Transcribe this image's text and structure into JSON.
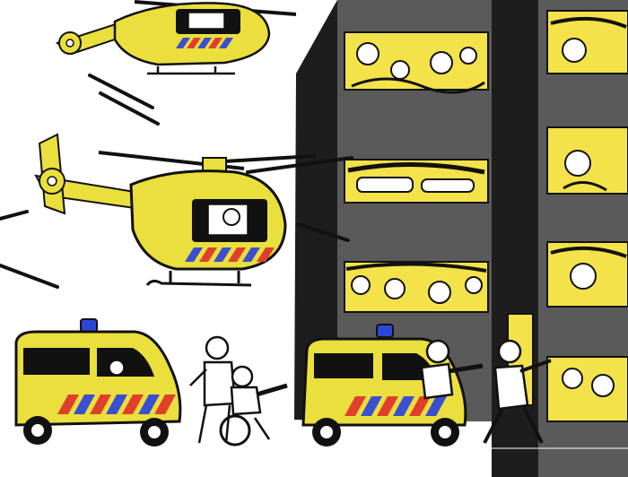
{
  "image": {
    "kind": "illustration",
    "has_text": false
  },
  "palette": {
    "background": "#ffffff",
    "ink": "#111111",
    "building": "#5a5a5a",
    "building_dark": "#1d1d1d",
    "window_yellow": "#f3e24a",
    "vehicle_yellow": "#eadf3c",
    "stripe_blue": "#3b4fd0",
    "stripe_red": "#e0402b",
    "siren_blue": "#2f47d8",
    "skin": "#ffffff"
  },
  "elements": {
    "helicopters": 2,
    "ambulances": 2,
    "building_window_rows": 4,
    "figures": [
      "paramedic-pushing-wheelchair",
      "patient-in-wheelchair",
      "paramedic-pointing",
      "paramedic-running"
    ]
  }
}
